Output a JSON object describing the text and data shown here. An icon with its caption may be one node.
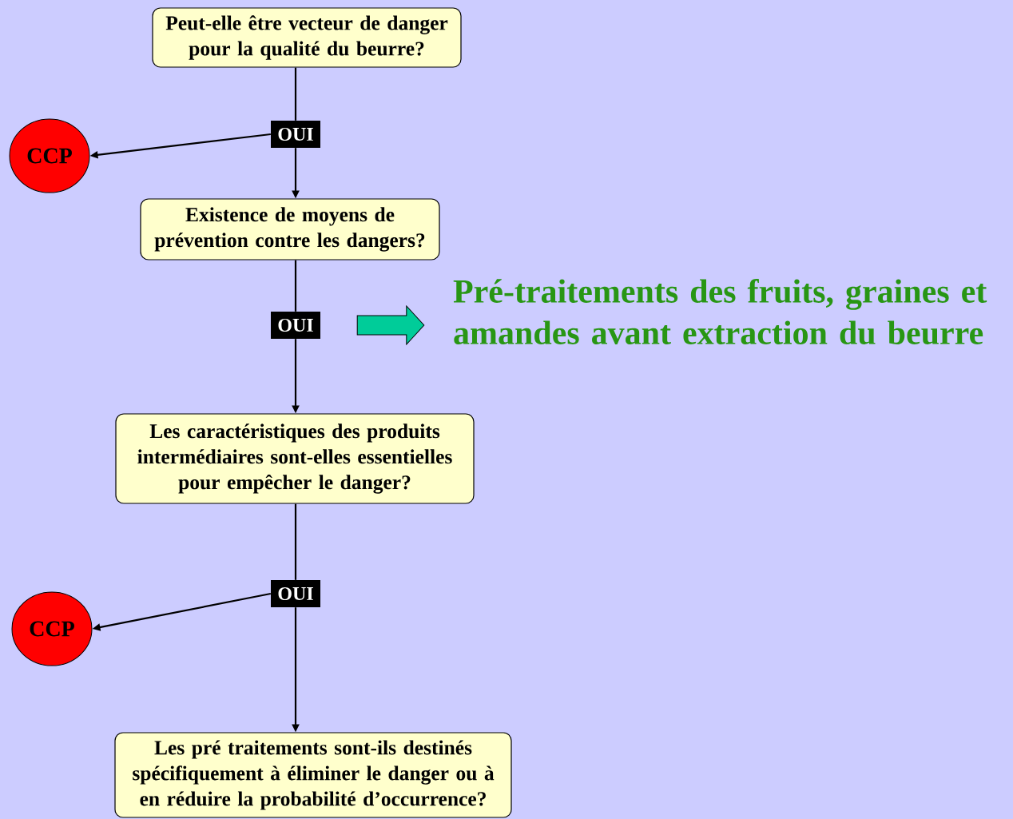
{
  "diagram": {
    "nodes": [
      {
        "text": [
          "Peut-elle être vecteur de danger pour la qualité du beurre?"
        ]
      },
      {
        "text": [
          "OUI"
        ]
      },
      {
        "text": [
          "CCP"
        ]
      },
      {
        "text": [
          "Existence de moyens de prévention contre les dangers?"
        ]
      },
      {
        "text": [
          "OUI"
        ]
      },
      {
        "text": [
          "Les caractéristiques des produits intermédiaires sont-elles essentielles pour empêcher le danger?"
        ]
      },
      {
        "text": [
          "OUI"
        ]
      },
      {
        "text": [
          "CCP"
        ]
      },
      {
        "text": [
          "Les pré traitements sont-ils destinés spécifiquement à éliminer le danger ou à en réduire la probabilité d’occurrence?"
        ]
      },
      {
        "text": [
          "Pré-traitements des fruits, graines et amandes avant extraction du beurre"
        ]
      }
    ],
    "edges": [
      {
        "from": 0,
        "to": 1,
        "arrow": "none"
      },
      {
        "from": 1,
        "to": 2,
        "arrow": "to"
      },
      {
        "from": 1,
        "to": 3,
        "arrow": "to"
      },
      {
        "from": 3,
        "to": 4,
        "arrow": "none"
      },
      {
        "from": 4,
        "to": 5,
        "arrow": "to"
      },
      {
        "from": 4,
        "to": 9,
        "arrow": "to",
        "style": "thick",
        "color": "#00cc99"
      },
      {
        "from": 5,
        "to": 6,
        "arrow": "none"
      },
      {
        "from": 6,
        "to": 7,
        "arrow": "to"
      },
      {
        "from": 6,
        "to": 8,
        "arrow": "to"
      }
    ]
  }
}
